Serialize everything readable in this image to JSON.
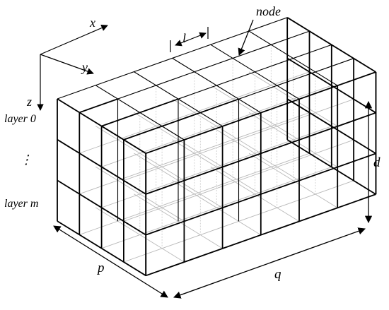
{
  "labels": {
    "axis_x": "x",
    "axis_y": "y",
    "axis_z": "z",
    "node": "node",
    "cell_size": "l",
    "layer_first": "layer 0",
    "layer_ellipsis": "⋮",
    "layer_last": "layer m",
    "depth": "d",
    "side_p": "p",
    "side_q": "q"
  },
  "grid": {
    "cells_along_p": 4,
    "cells_along_q": 6,
    "layers": 3
  }
}
